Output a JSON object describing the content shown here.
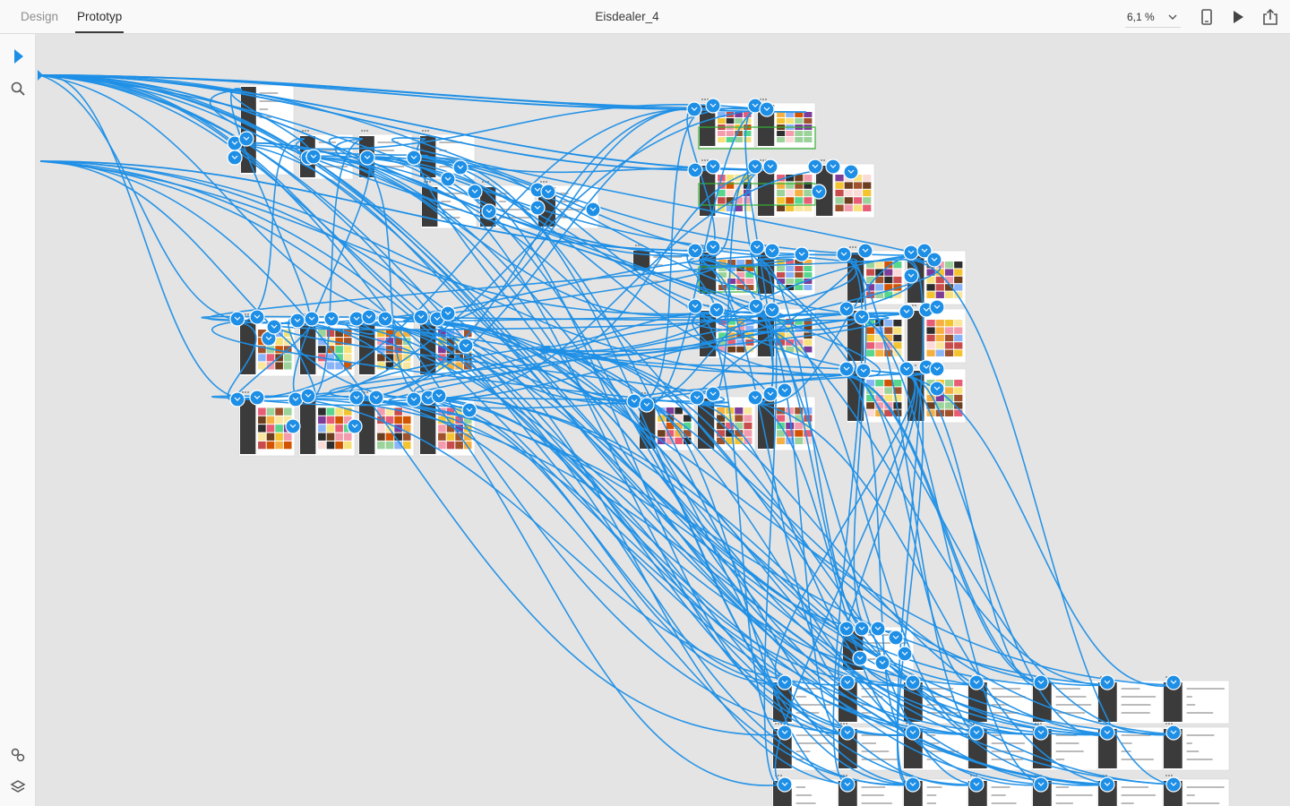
{
  "header": {
    "tabs": [
      {
        "label": "Design",
        "active": false
      },
      {
        "label": "Prototyp",
        "active": true
      }
    ],
    "document_title": "Eisdealer_4",
    "zoom": "6,1 %",
    "icons": [
      "chevron-down-icon",
      "device-preview-icon",
      "play-icon",
      "share-icon"
    ]
  },
  "left_toolbar": {
    "top_icons": [
      "select-pointer-icon",
      "zoom-search-icon"
    ],
    "bottom_icons": [
      "plugins-icon",
      "layers-icon"
    ]
  },
  "colors": {
    "wire": "#1e8fe6",
    "handle": "#1e8fe6",
    "artboard_dark": "#3b3b3b",
    "selection": "#34b233",
    "canvas": "#e4e4e4"
  }
}
